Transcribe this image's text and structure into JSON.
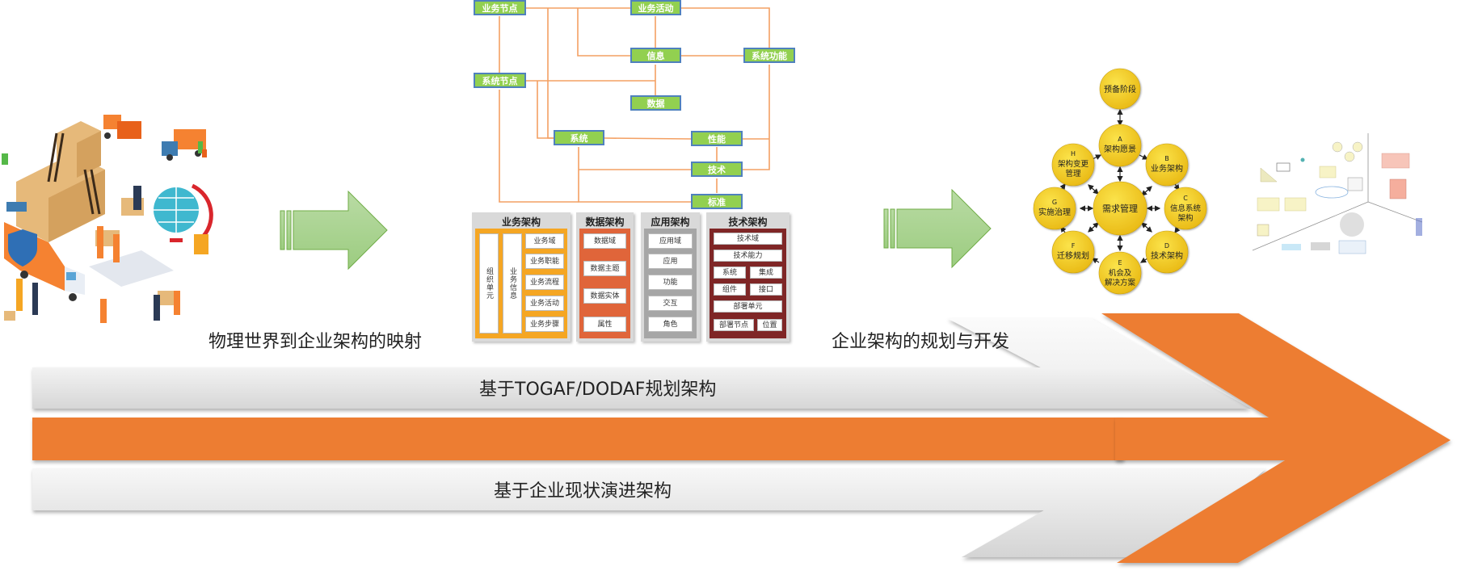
{
  "captions": {
    "left": "物理世界到企业架构的映射",
    "right": "企业架构的规划与开发"
  },
  "bands": {
    "top_label": "基于TOGAF/DODAF规划架构",
    "bottom_label": "基于企业现状演进架构"
  },
  "colors": {
    "orange": "#ed7d31",
    "node_green": "#92d050",
    "node_border": "#4f81bd",
    "link_orange": "#f4a063",
    "arrow_green": "#a9d18e",
    "arrow_green_border": "#70ad47",
    "business": "#f5a623",
    "data": "#e0653a",
    "application": "#a6a6a6",
    "technology": "#7f2626",
    "togaf_circle": "#f7d02c"
  },
  "illustration": {
    "label": "logistics-illustration"
  },
  "network": {
    "nodes": {
      "biz_node": "业务节点",
      "biz_activity": "业务活动",
      "info": "信息",
      "sys_function": "系统功能",
      "sys_node": "系统节点",
      "data": "数据",
      "system": "系统",
      "performance": "性能",
      "technology": "技术",
      "standard": "标准"
    }
  },
  "architecture": {
    "business": {
      "title": "业务架构",
      "col1": "组织单元",
      "col2": "业务信息",
      "items": [
        "业务域",
        "业务职能",
        "业务流程",
        "业务活动",
        "业务步骤"
      ]
    },
    "data": {
      "title": "数据架构",
      "items": [
        "数据域",
        "数据主题",
        "数据实体",
        "属性"
      ]
    },
    "application": {
      "title": "应用架构",
      "items": [
        "应用域",
        "应用",
        "功能",
        "交互",
        "角色"
      ]
    },
    "technology": {
      "title": "技术架构",
      "items": [
        "技术域",
        "技术能力",
        "系统",
        "集成",
        "组件",
        "接口",
        "部署单元",
        "部署节点",
        "位置"
      ]
    }
  },
  "togaf": {
    "preliminary": "预备阶段",
    "center": "需求管理",
    "phases": [
      {
        "letter": "A",
        "name": "架构愿景"
      },
      {
        "letter": "B",
        "name": "业务架构"
      },
      {
        "letter": "C",
        "name": "信息系统架构"
      },
      {
        "letter": "D",
        "name": "技术架构"
      },
      {
        "letter": "E",
        "name": "机会及解决方案"
      },
      {
        "letter": "F",
        "name": "迁移规划"
      },
      {
        "letter": "G",
        "name": "实施治理"
      },
      {
        "letter": "H",
        "name": "架构变更管理"
      }
    ]
  },
  "dodaf_views": {
    "label": "dodaf-views-illustration"
  }
}
